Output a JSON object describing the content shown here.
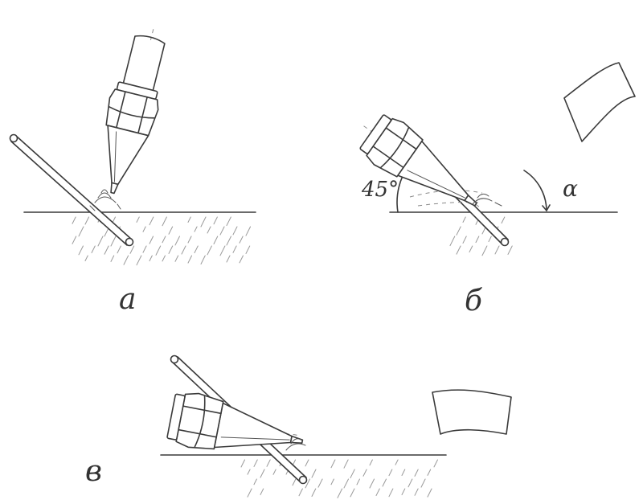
{
  "figures": {
    "a": {
      "caption": "а"
    },
    "b": {
      "caption": "б",
      "angle_left": "45°",
      "angle_right": "α"
    },
    "v": {
      "caption": "в"
    }
  },
  "colors": {
    "ink": "#3a3a3a",
    "hatch": "#9a9a9a",
    "background": "#ffffff"
  }
}
